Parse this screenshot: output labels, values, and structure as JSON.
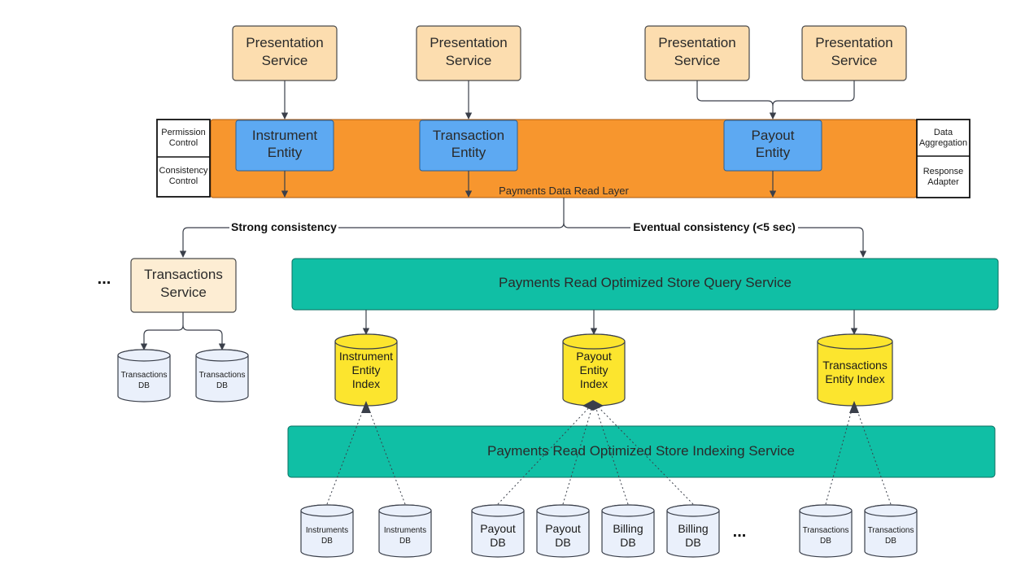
{
  "colors": {
    "presentation_fill": "#FCDDAF",
    "presentation_stroke": "#4a4a4a",
    "transactions_service_fill": "#FDEDD3",
    "read_layer_fill": "#F7962E",
    "entity_fill": "#5DA9F2",
    "teal_fill": "#10BFA5",
    "index_fill": "#FCE52E",
    "db_fill": "#EAF0FB",
    "line": "#3a3f4a"
  },
  "presentation_services": [
    {
      "line1": "Presentation",
      "line2": "Service"
    },
    {
      "line1": "Presentation",
      "line2": "Service"
    },
    {
      "line1": "Presentation",
      "line2": "Service"
    },
    {
      "line1": "Presentation",
      "line2": "Service"
    }
  ],
  "read_layer": {
    "label": "Payments Data Read Layer",
    "left_controls": [
      {
        "line1": "Permission",
        "line2": "Control"
      },
      {
        "line1": "Consistency",
        "line2": "Control"
      }
    ],
    "right_controls": [
      {
        "line1": "Data",
        "line2": "Aggregation"
      },
      {
        "line1": "Response",
        "line2": "Adapter"
      }
    ],
    "entities": [
      {
        "line1": "Instrument",
        "line2": "Entity"
      },
      {
        "line1": "Transaction",
        "line2": "Entity"
      },
      {
        "line1": "Payout",
        "line2": "Entity"
      }
    ]
  },
  "edges": {
    "strong": "Strong consistency",
    "eventual": "Eventual consistency (<5 sec)"
  },
  "transactions_service": {
    "line1": "Transactions",
    "line2": "Service",
    "ellipsis": "...",
    "dbs": [
      {
        "line1": "Transactions",
        "line2": "DB"
      },
      {
        "line1": "Transactions",
        "line2": "DB"
      }
    ]
  },
  "query_service": {
    "label": "Payments Read Optimized Store Query Service"
  },
  "indexing_service": {
    "label": "Payments Read Optimized Store Indexing Service"
  },
  "indexes": [
    {
      "lines": [
        "Instrument",
        "Entity",
        "Index"
      ]
    },
    {
      "lines": [
        "Payout",
        "Entity",
        "Index"
      ]
    },
    {
      "lines": [
        "Transactions",
        "Entity Index"
      ]
    }
  ],
  "bottom_dbs": [
    {
      "line1": "Instruments",
      "line2": "DB"
    },
    {
      "line1": "Instruments",
      "line2": "DB"
    },
    {
      "line1": "Payout",
      "line2": "DB"
    },
    {
      "line1": "Payout",
      "line2": "DB"
    },
    {
      "line1": "Billing",
      "line2": "DB"
    },
    {
      "line1": "Billing",
      "line2": "DB"
    },
    {
      "line1": "Transactions",
      "line2": "DB"
    },
    {
      "line1": "Transactions",
      "line2": "DB"
    }
  ],
  "bottom_ellipsis": "..."
}
